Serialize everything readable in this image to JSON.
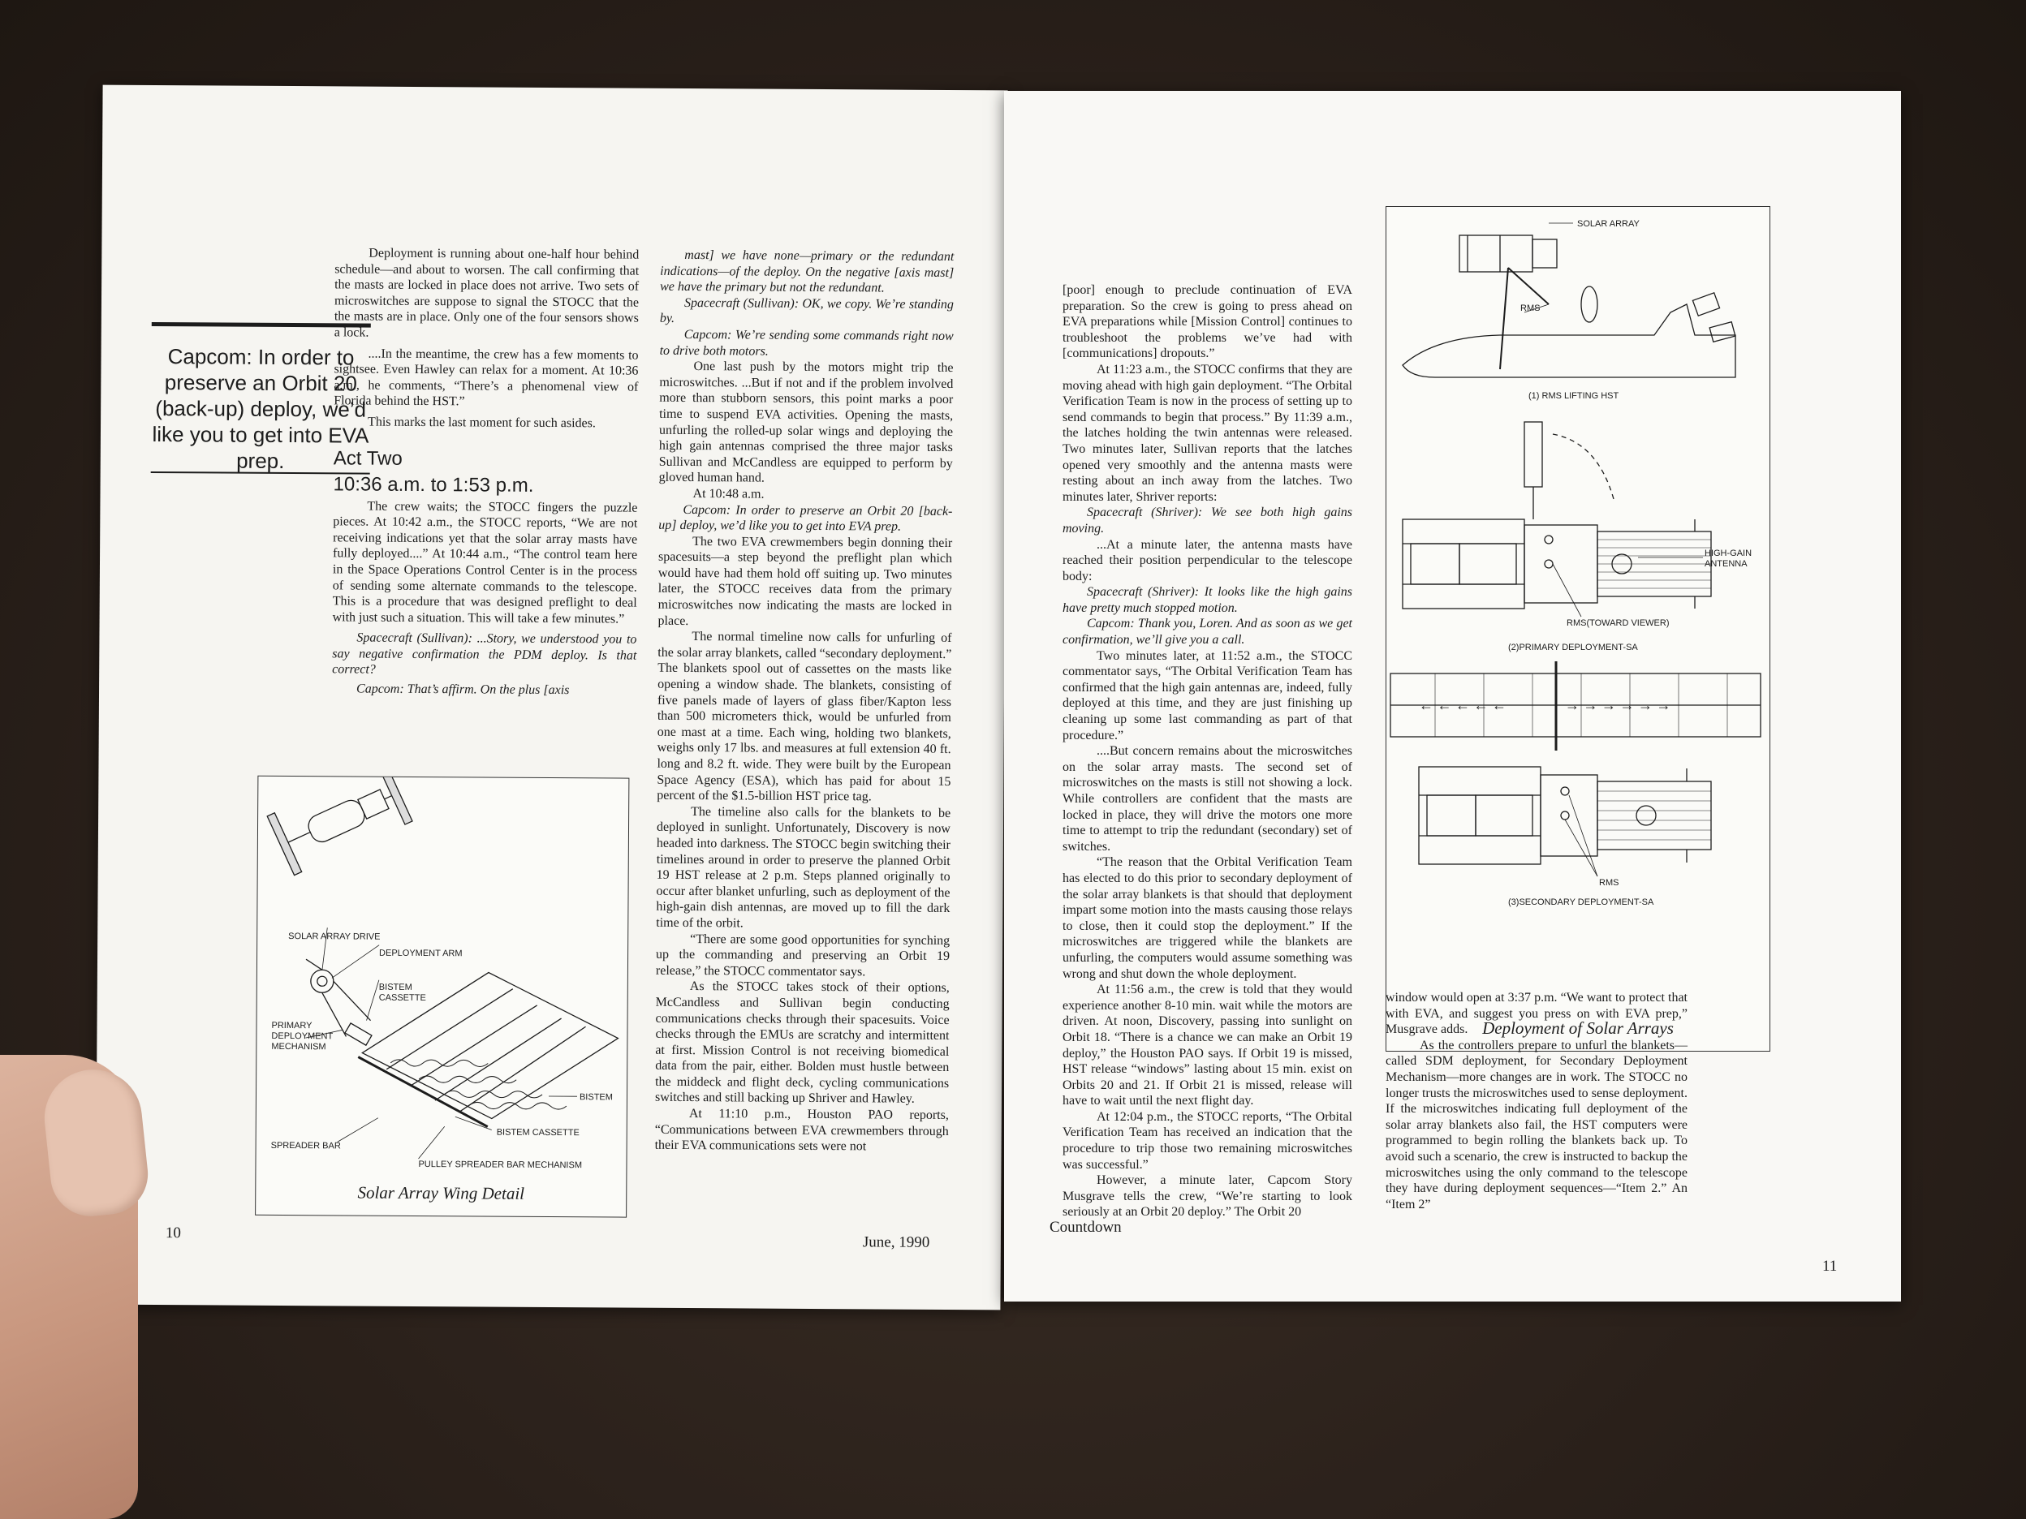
{
  "left_page": {
    "pull_quote": "Capcom: In order to preserve an Orbit 20 (back-up) deploy, we’d like you to get into EVA prep.",
    "col1_intro": [
      "Deployment is running about one-half hour behind schedule—and about to worsen. The call confirming that the masts are locked in place does not arrive. Two sets of microswitches are suppose to signal the STOCC that the the masts are in place. Only one of the four sensors shows a lock.",
      "....In the meantime, the crew has a few moments to sightsee. Even Hawley can relax for a moment. At 10:36 a.m., he comments, “There’s a phenomenal view of Florida behind the HST.”",
      "This marks the last moment for such asides."
    ],
    "act_title": "Act Two",
    "act_time": "10:36 a.m. to 1:53 p.m.",
    "col1_act": [
      "The crew waits; the STOCC fingers the puzzle pieces. At 10:42 a.m., the STOCC reports, “We are not receiving indications yet that the solar array masts have fully deployed....” At 10:44 a.m., “The control team here in the Space Operations Control Center is in the process of sending some alternate commands to the telescope. This is a procedure that was designed preflight to deal with just such a situation. This will take a few minutes.”"
    ],
    "col1_quotes": [
      "Spacecraft (Sullivan): ...Story, we understood you to say negative confirmation the PDM deploy. Is that correct?",
      "Capcom: That’s affirm. On the plus [axis"
    ],
    "col2_quotes": [
      "mast] we have none—primary or the redundant indications—of the deploy. On the negative [axis mast] we have the primary but not the redundant.",
      "Spacecraft (Sullivan): OK, we copy. We’re standing by.",
      "Capcom: We’re sending some commands right now to drive both motors."
    ],
    "col2_paras_a": [
      "One last push by the motors might trip the microswitches. ...But if not and if the problem involved more than stubborn sensors, this point marks a poor time to suspend EVA activities. Opening the masts, unfurling the rolled-up solar wings and deploying the high gain antennas comprised the three major tasks Sullivan and McCandless are equipped to perform by gloved human hand.",
      "At 10:48 a.m."
    ],
    "col2_quote_b": "Capcom: In order to preserve an Orbit 20 [back-up] deploy, we’d like you to get into EVA prep.",
    "col2_paras_b": [
      "The two EVA crewmembers begin donning their spacesuits—a step beyond the preflight plan which would have had them hold off suiting up. Two minutes later, the STOCC receives data from the primary microswitches now indicating the masts are locked in place.",
      "The normal timeline now calls for unfurling of the solar array blankets, called “secondary deployment.” The blankets spool out of cassettes on the masts like opening a window shade. The blankets, consisting of five panels made of layers of glass fiber/Kapton less than 500 micrometers thick, would be unfurled from one mast at a time. Each wing, holding two blankets, weighs only 17 lbs. and measures at full extension 40 ft. long and 8.2 ft. wide. They were built by the European Space Agency (ESA), which has paid for about 15 percent of the $1.5-billion HST price tag.",
      "The timeline also calls for the blankets to be deployed in sunlight. Unfortunately, Discovery is now headed into darkness. The STOCC begin switching their timelines around in order to preserve the planned Orbit 19 HST release at 2 p.m. Steps planned originally to occur after blanket unfurling, such as deployment of the high-gain dish antennas, are moved up to fill the dark time of the orbit.",
      "“There are some good opportunities for synching up the commanding and preserving an Orbit 19 release,” the STOCC commentator says.",
      "As the STOCC takes stock of their options, McCandless and Sullivan begin conducting communications checks through their spacesuits. Voice checks through the EMUs are scratchy and intermittent at first. Mission Control is not receiving biomedical data from the pair, either. Bolden must hustle between the middeck and flight deck, cycling communications switches and still backing up Shriver and Hawley.",
      "At 11:10 p.m., Houston PAO reports, “Communications between EVA crewmembers through their EVA communications sets were not"
    ],
    "figure_caption": "Solar Array Wing Detail",
    "figure_labels": {
      "solar_array_drive": "SOLAR ARRAY DRIVE",
      "deployment_arm": "DEPLOYMENT ARM",
      "bistem_cassette": "BISTEM\nCASSETTE",
      "primary_mechanism": "PRIMARY\nDEPLOYMENT\nMECHANISM",
      "bistem": "BISTEM",
      "bistem_cassette2": "BISTEM CASSETTE",
      "spreader_bar": "SPREADER BAR",
      "pulley": "PULLEY SPREADER BAR MECHANISM"
    },
    "page_number": "10",
    "footer": "June, 1990"
  },
  "right_page": {
    "col1": [
      "[poor] enough to preclude continuation of EVA preparation. So the crew is going to press ahead on EVA preparations while [Mission Control] continues to troubleshoot the problems we’ve had with [communications] dropouts.”",
      "At 11:23 a.m., the STOCC confirms that they are moving ahead with high gain deployment. “The Orbital Verification Team is now in the process of setting up to send commands to begin that process.” By 11:39 a.m., the latches holding the twin antennas were released. Two minutes later, Sullivan reports that the latches opened very smoothly and the antenna masts were resting about an inch away from the latches. Two minutes later, Shriver reports:"
    ],
    "col1_quotes_a": [
      "Spacecraft (Shriver): We see both high gains moving."
    ],
    "col1_b": [
      "...At a minute later, the antenna masts have reached their position perpendicular to the telescope body:"
    ],
    "col1_quotes_b": [
      "Spacecraft (Shriver): It looks like the high gains have pretty much stopped motion.",
      "Capcom: Thank you, Loren. And as soon as we get confirmation, we’ll give you a call."
    ],
    "col1_c": [
      "Two minutes later, at 11:52 a.m., the STOCC commentator says, “The Orbital Verification Team has confirmed that the high gain antennas are, indeed, fully deployed at this time, and they are just finishing up cleaning up some last commanding as part of that procedure.”",
      "....But concern remains about the microswitches on the solar array masts. The second set of microswitches on the masts is still not showing a lock. While controllers are confident that the masts are locked in place, they will drive the motors one more time to attempt to trip the redundant (secondary) set of switches.",
      "“The reason that the Orbital Verification Team has elected to do this prior to secondary deployment of the solar array blankets is that should that deployment impart some motion into the masts causing those relays to close, then it could stop the deployment.” If the microswitches are triggered while the blankets are unfurling, the computers would assume something was wrong and shut down the whole deployment.",
      "At 11:56 a.m., the crew is told that they would experience another 8-10 min. wait while the motors are driven. At noon, Discovery, passing into sunlight on Orbit 18. “There is a chance we can make an Orbit 19 deploy,” the Houston PAO says. If Orbit 19 is missed, HST release “windows” lasting about 15 min. exist on Orbits 20 and 21. If Orbit 21 is missed, release will have to wait until the next flight day.",
      "At 12:04 p.m., the STOCC reports, “The Orbital Verification Team has received an indication that the procedure to trip those two remaining microswitches was successful.”",
      "However, a minute later, Capcom Story Musgrave tells the crew, “We’re starting to look seriously at an Orbit 20 deploy.” The Orbit 20"
    ],
    "col2": [
      "window would open at 3:37 p.m. “We want to protect that with EVA, and suggest you press on with EVA prep,” Musgrave adds.",
      "As the controllers prepare to unfurl the blankets—called SDM deployment, for Secondary Deployment Mechanism—more changes are in work. The STOCC no longer trusts the microswitches used to sense deployment. If the microswitches indicating full deployment of the solar array blankets also fail, the HST computers were programmed to begin rolling the blankets back up. To avoid such a scenario, the crew is instructed to backup the microswitches using the only command to the telescope they have during deployment sequences—“Item 2.” An “Item 2”"
    ],
    "figure_caption": "Deployment of Solar Arrays",
    "figure_labels": {
      "solar_array": "SOLAR ARRAY",
      "rms": "RMS",
      "step1": "(1) RMS LIFTING HST",
      "high_gain": "HIGH-GAIN\nANTENNA",
      "rms_toward": "RMS(TOWARD VIEWER)",
      "step2": "(2)PRIMARY DEPLOYMENT-SA",
      "rms2": "RMS",
      "step3": "(3)SECONDARY DEPLOYMENT-SA"
    },
    "footer": "Countdown",
    "page_number": "11"
  }
}
